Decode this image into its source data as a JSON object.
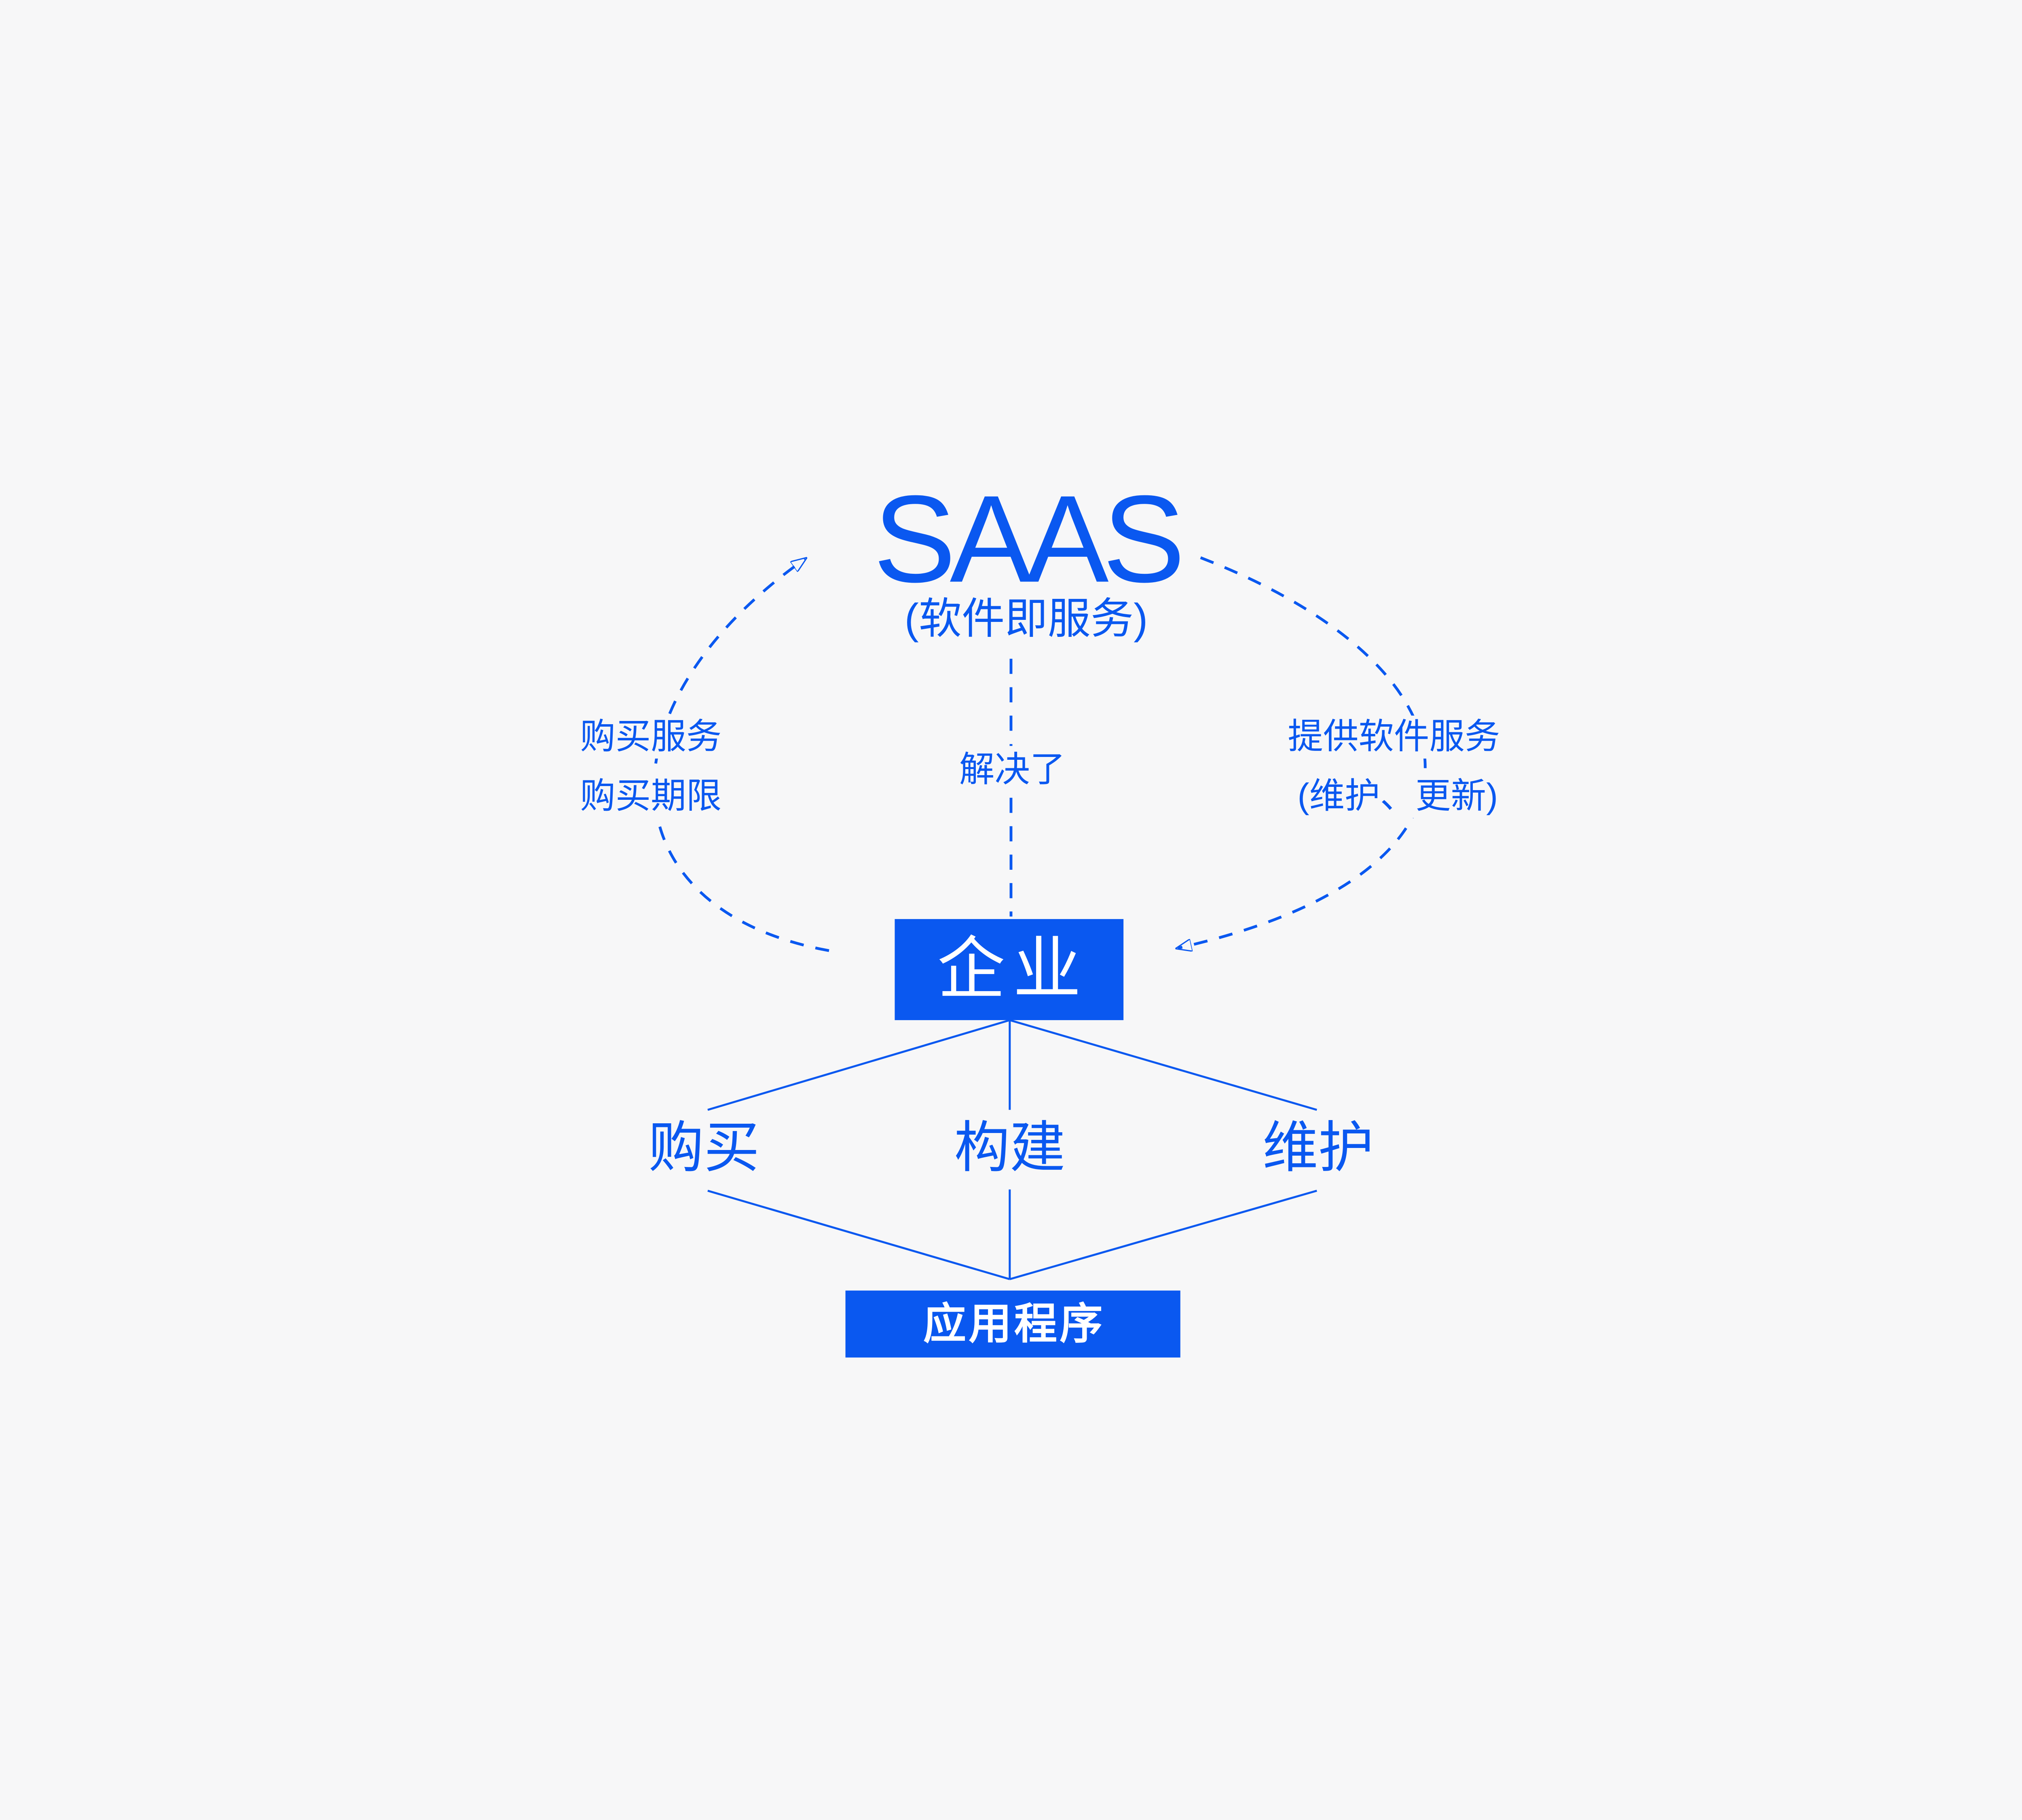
{
  "colors": {
    "background": "#f7f7f8",
    "accent": "#0a58f0",
    "node_text": "#ffffff"
  },
  "header": {
    "title": "SAAS",
    "subtitle": "(软件即服务)"
  },
  "relations": {
    "left_line1": "购买服务",
    "left_line2": "购买期限",
    "center": "解决了",
    "right_line1": "提供软件服务",
    "right_line2": "(维护、更新)"
  },
  "nodes": {
    "enterprise": {
      "label": "企业"
    },
    "application": {
      "label": "应用程序"
    },
    "actions": [
      {
        "label": "购买"
      },
      {
        "label": "构建"
      },
      {
        "label": "维护"
      }
    ]
  }
}
